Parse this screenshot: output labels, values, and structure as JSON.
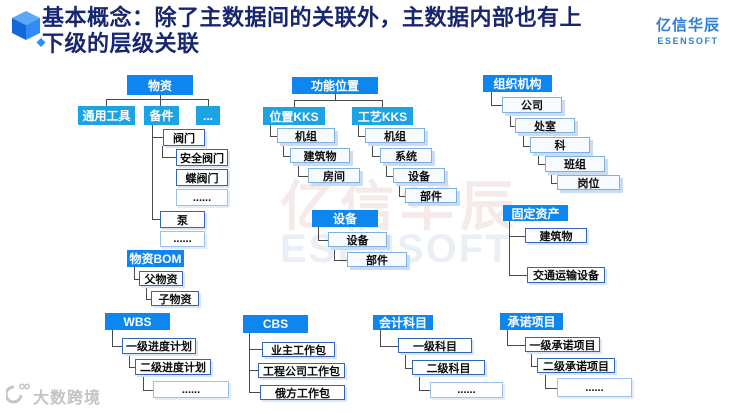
{
  "header": {
    "title_line1": "基本概念：除了主数据间的关联外，主数据内部也有上",
    "title_line2": "下级的层级关联",
    "brand_cn": "亿信华辰",
    "brand_en": "ESENSOFT"
  },
  "watermark": {
    "center_cn": "亿信华辰",
    "center_en": "ESENSOFT",
    "bottom_left": "大数跨境"
  },
  "trees": {
    "materials": {
      "root": "物资",
      "children": [
        "通用工具",
        "备件",
        "..."
      ],
      "valve": "阀门",
      "valve_children": [
        "安全阀门",
        "蝶阀门",
        "......"
      ],
      "pump": "泵",
      "pump_dots": "......"
    },
    "func_location": {
      "root": "功能位置",
      "children": [
        "位置KKS",
        "工艺KKS"
      ],
      "loc_children": [
        "机组",
        "建筑物",
        "房间"
      ],
      "proc_children": [
        "机组",
        "系统",
        "设备",
        "部件"
      ]
    },
    "org": {
      "root": "组织机构",
      "children": [
        "公司",
        "处室",
        "科",
        "班组",
        "岗位"
      ]
    },
    "material_bom": {
      "root": "物资BOM",
      "children": [
        "父物资",
        "子物资"
      ]
    },
    "equipment": {
      "root": "设备",
      "children": [
        "设备",
        "部件"
      ]
    },
    "fixed_assets": {
      "root": "固定资产",
      "children": [
        "建筑物",
        "交通运输设备"
      ]
    },
    "wbs": {
      "root": "WBS",
      "children": [
        "一级进度计划",
        "二级进度计划",
        "......"
      ]
    },
    "cbs": {
      "root": "CBS",
      "children": [
        "业主工作包",
        "工程公司工作包",
        "俄方工作包"
      ]
    },
    "accounting": {
      "root": "会计科目",
      "children": [
        "一级科目",
        "二级科目",
        "......"
      ]
    },
    "commitment": {
      "root": "承诺项目",
      "children": [
        "一级承诺项目",
        "二级承诺项目",
        "......"
      ]
    }
  },
  "colors": {
    "root_box": "#0E86F0",
    "level1_box": "#1BA3E3",
    "title_text": "#17266E",
    "brand_blue": "#2E7ED6",
    "connector": "#4A4A4A",
    "leaf_border": "#2F66B8",
    "leaf_shadow": "#D8E6F8"
  }
}
